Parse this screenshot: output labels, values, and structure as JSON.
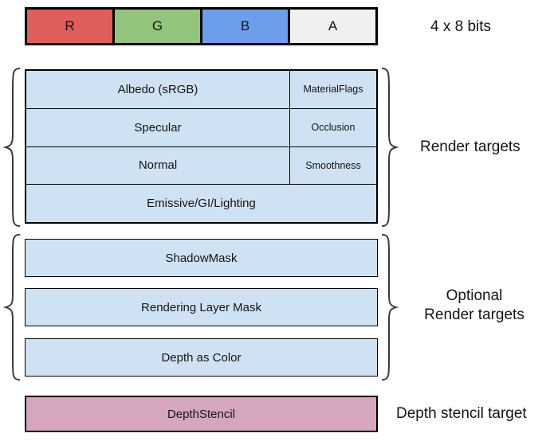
{
  "top_bar": {
    "cells": [
      {
        "label": "R",
        "color": "#dd5e5b"
      },
      {
        "label": "G",
        "color": "#93c47d"
      },
      {
        "label": "B",
        "color": "#6d9eeb"
      },
      {
        "label": "A",
        "color": "#f0f0f0"
      }
    ],
    "caption": "4 x 8 bits"
  },
  "render_targets": {
    "label": "Render targets",
    "fill": "#cfe2f3",
    "rows": [
      {
        "main": "Albedo (sRGB)",
        "side": "MaterialFlags"
      },
      {
        "main": "Specular",
        "side": "Occlusion"
      },
      {
        "main": "Normal",
        "side": "Smoothness"
      },
      {
        "main": "Emissive/GI/Lighting",
        "side": ""
      }
    ]
  },
  "optional_targets": {
    "label_line1": "Optional",
    "label_line2": "Render targets",
    "fill": "#cfe2f3",
    "boxes": [
      {
        "label": "ShadowMask"
      },
      {
        "label": "Rendering Layer Mask"
      },
      {
        "label": "Depth as Color"
      }
    ]
  },
  "depth_stencil": {
    "box_label": "DepthStencil",
    "label": "Depth stencil target",
    "fill": "#d5a6bd"
  },
  "colors": {
    "box_border": "#000000",
    "brace_stroke": "#3a3a3a",
    "text": "#141414",
    "background": "#ffffff"
  }
}
